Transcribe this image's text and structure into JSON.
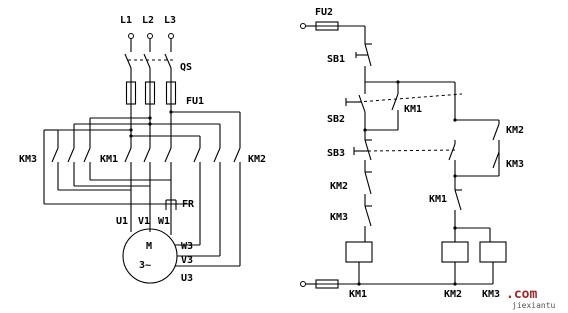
{
  "power": {
    "lines": [
      "L1",
      "L2",
      "L3"
    ],
    "switch": "QS",
    "fuse": "FU1",
    "km3": "KM3",
    "km1": "KM1",
    "km2": "KM2",
    "relay": "FR",
    "u1": "U1",
    "v1": "V1",
    "w1": "W1",
    "w3": "W3",
    "v3": "V3",
    "u3": "U3",
    "motor_m": "M",
    "motor_phase": "3~"
  },
  "control": {
    "fuse": "FU2",
    "sb1": "SB1",
    "sb2": "SB2",
    "sb3": "SB3",
    "km1_contact": "KM1",
    "km2_contact": "KM2",
    "km3_contact": "KM3",
    "km2_interlock": "KM2",
    "km3_interlock": "KM3",
    "km1_interlock": "KM1",
    "coil_km1": "KM1",
    "coil_km2": "KM2",
    "coil_km3": "KM3"
  },
  "watermark": {
    "site": "jiexiantu",
    "domain": ".com"
  }
}
